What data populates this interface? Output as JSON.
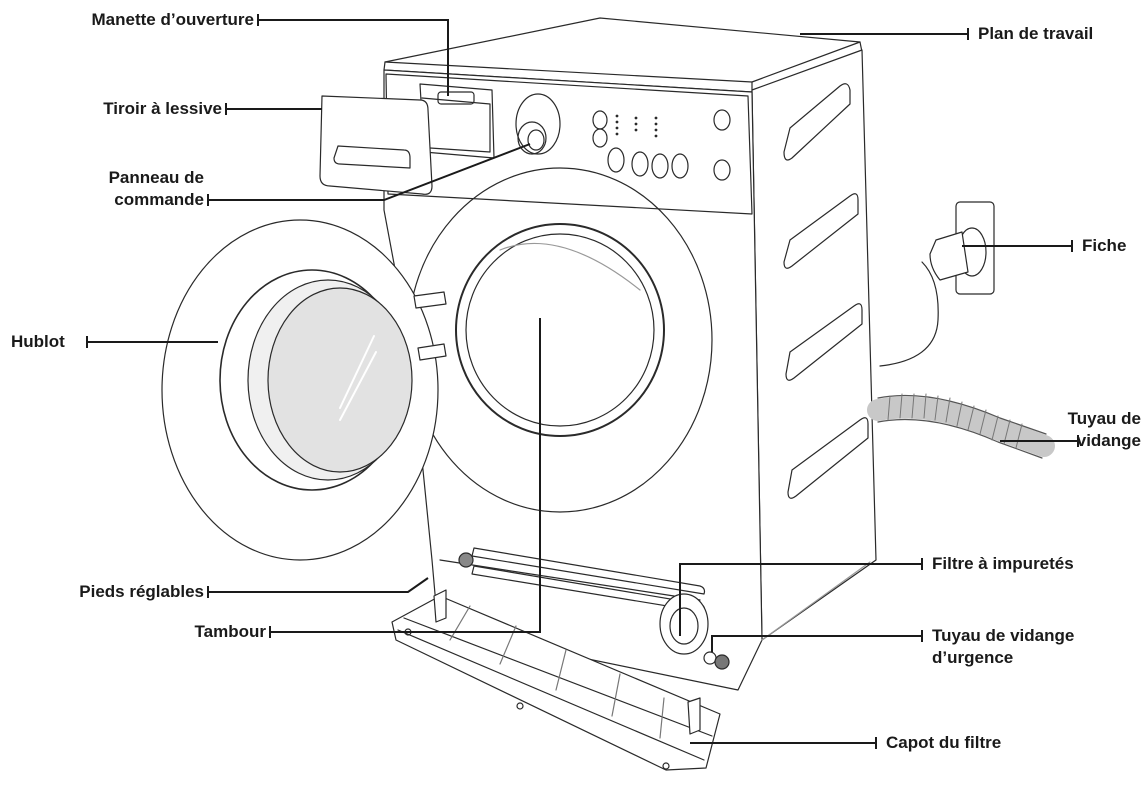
{
  "diagram": {
    "labels": {
      "manette": "Manette d’ouverture",
      "tiroir": "Tiroir à lessive",
      "panneau": "Panneau de\ncommande",
      "hublot": "Hublot",
      "pieds": "Pieds réglables",
      "tambour": "Tambour",
      "plan": "Plan de travail",
      "fiche": "Fiche",
      "tuyau_vidange": "Tuyau de\nvidange",
      "filtre": "Filtre à impuretés",
      "tuyau_urgence": "Tuyau de vidange\nd’urgence",
      "capot": "Capot du filtre"
    }
  }
}
